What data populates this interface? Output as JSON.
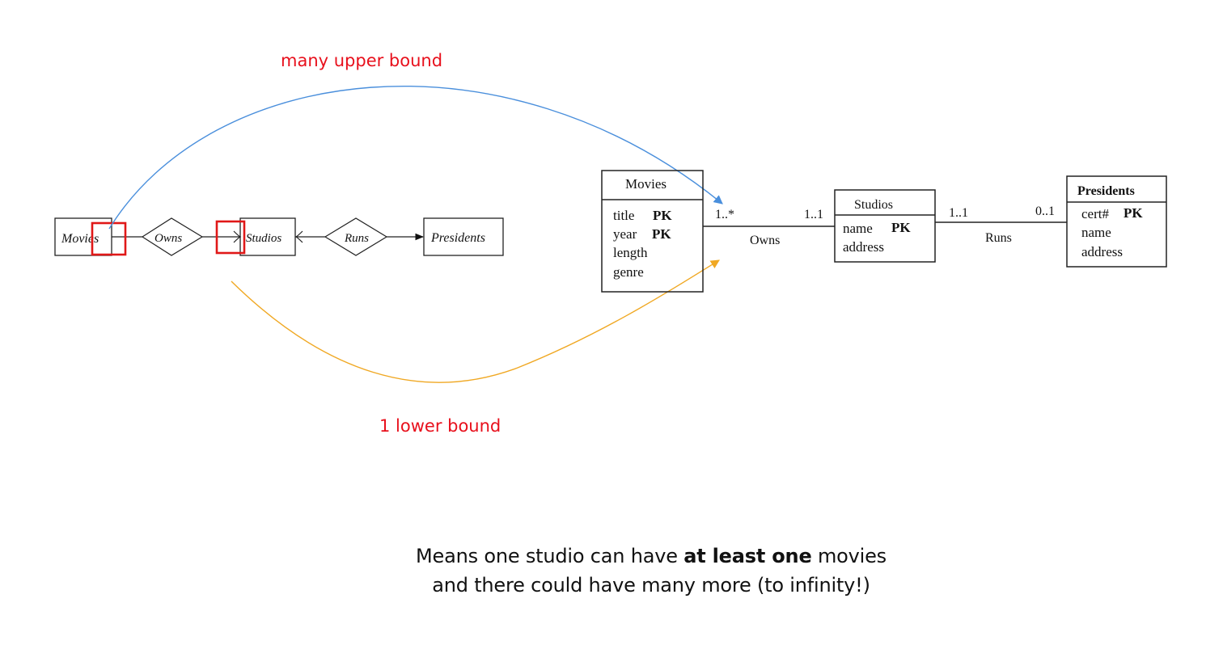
{
  "annotations": {
    "upper": "many upper bound",
    "lower": "1 lower bound"
  },
  "er_diagram": {
    "movies": "Movies",
    "owns": "Owns",
    "studios": "Studios",
    "runs": "Runs",
    "presidents": "Presidents"
  },
  "uml_diagram": {
    "movies": {
      "title": "Movies",
      "attrs": [
        {
          "name": "title",
          "key": "PK"
        },
        {
          "name": "year",
          "key": "PK"
        },
        {
          "name": "length",
          "key": ""
        },
        {
          "name": "genre",
          "key": ""
        }
      ]
    },
    "studios": {
      "title": "Studios",
      "attrs": [
        {
          "name": "name",
          "key": "PK"
        },
        {
          "name": "address",
          "key": ""
        }
      ]
    },
    "presidents": {
      "title": "Presidents",
      "attrs": [
        {
          "name": "cert#",
          "key": "PK"
        },
        {
          "name": "name",
          "key": ""
        },
        {
          "name": "address",
          "key": ""
        }
      ]
    },
    "owns": {
      "label": "Owns",
      "movies_mult": "1..*",
      "studios_mult": "1..1"
    },
    "runs": {
      "label": "Runs",
      "studios_mult": "1..1",
      "presidents_mult": "0..1"
    }
  },
  "caption": {
    "line1_pre": "Means one studio can have ",
    "line1_bold": "at least one",
    "line1_post": " movies",
    "line2": "and there could have many more (to infinity!)"
  },
  "colors": {
    "annotation_text": "#e8101c",
    "highlight_box": "#e01818",
    "upper_arrow": "#4a8fdc",
    "lower_arrow": "#f0a823"
  }
}
